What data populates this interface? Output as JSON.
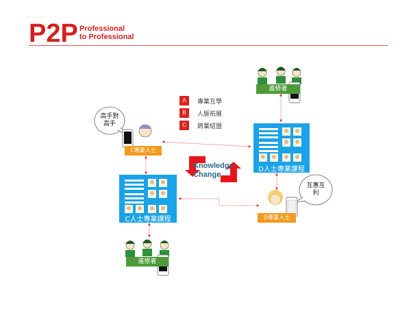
{
  "header": {
    "brand": "P2P",
    "tagline_line1": "Professional",
    "tagline_line2": "to Professional"
  },
  "legend": [
    {
      "letter": "A",
      "text": "專業互學"
    },
    {
      "letter": "B",
      "text": "人脈拓展"
    },
    {
      "letter": "C",
      "text": "跨業結盟"
    }
  ],
  "nodes": {
    "c_professional": "C專業人士",
    "d_professional": "D專業人士",
    "c_course": "C人士專業課程",
    "d_course": "D人士專業課程",
    "learners_top": "進修者",
    "learners_bottom": "進修者"
  },
  "bubbles": {
    "left": {
      "line1": "高手對",
      "line2": "高手"
    },
    "right": {
      "line1": "互惠互",
      "line2": "利"
    }
  },
  "knowledge_change": {
    "line1": "Knowledge",
    "line2": "Change"
  },
  "colors": {
    "accent_red": "#d41f1f",
    "panel_blue": "#1aa3e6",
    "label_orange": "#f39a1e",
    "learner_green": "#4e9a3a",
    "link_red": "#e03a3a"
  }
}
